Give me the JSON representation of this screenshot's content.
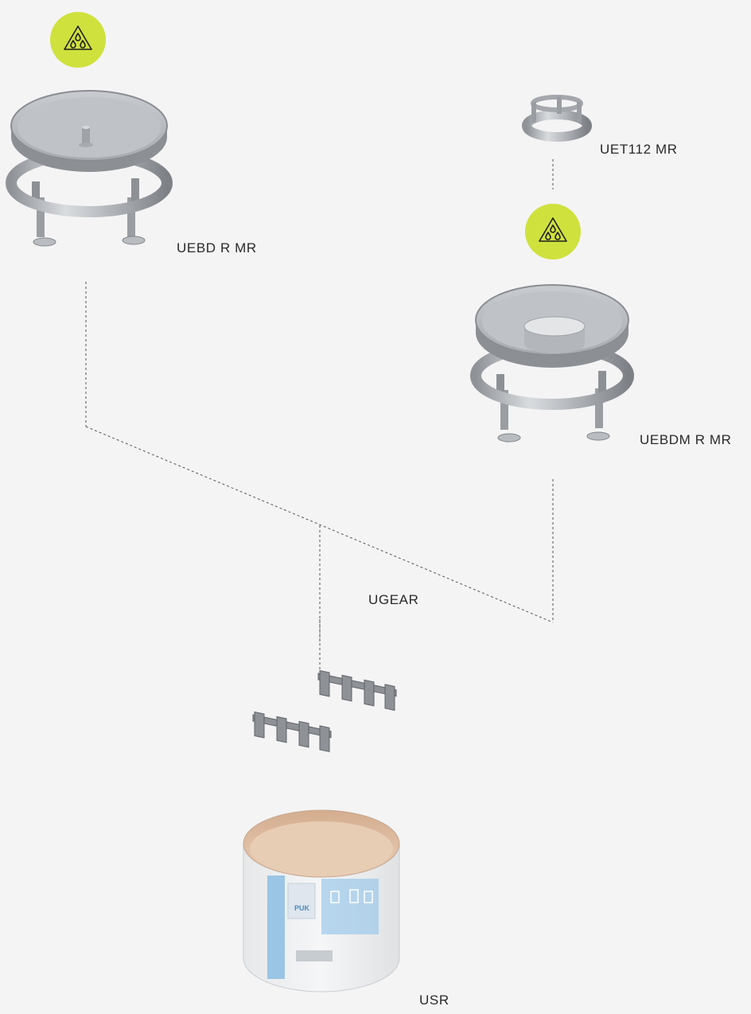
{
  "labels": {
    "uebd": "UEBD R MR",
    "uet": "UET112 MR",
    "uebdm": "UEBDM R MR",
    "ugear": "UGEAR",
    "usr": "USR"
  },
  "badge": {
    "icon": "water-drops-warning-icon",
    "color": "#cfe13d"
  },
  "packaging": {
    "brand": "PUK"
  }
}
